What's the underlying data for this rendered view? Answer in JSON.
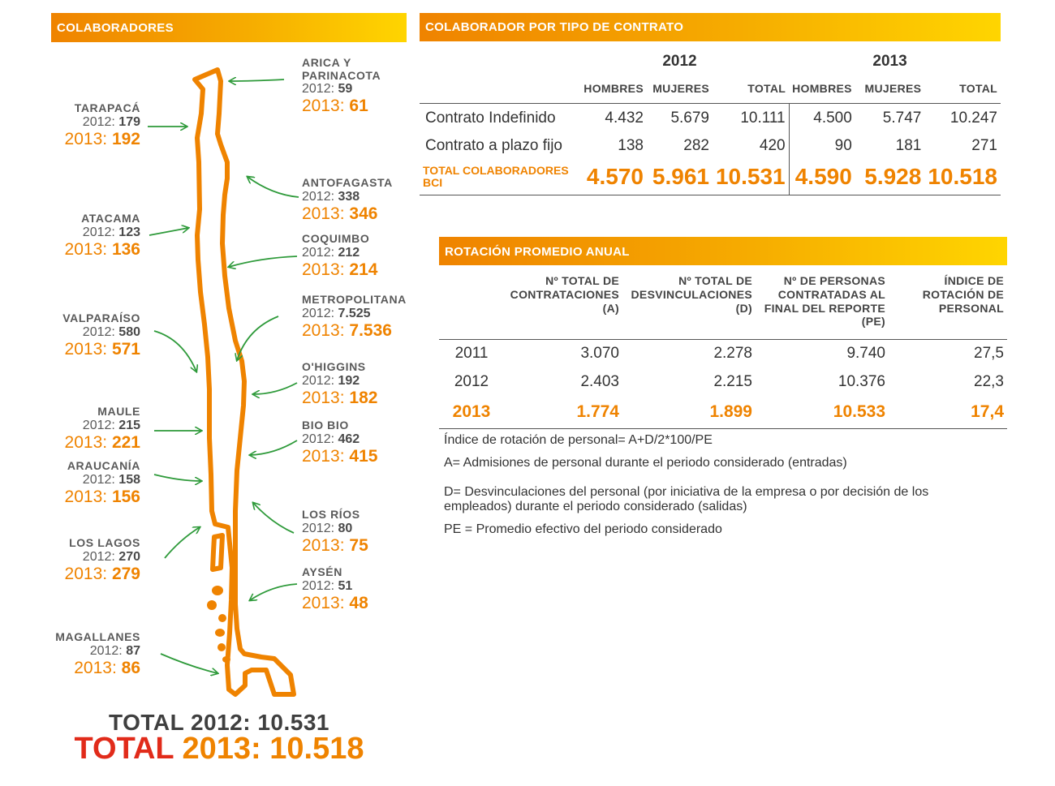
{
  "map_section": {
    "title": "COLABORADORES",
    "regions": [
      {
        "name": "ARICA Y PARINACOTA",
        "label_2012": "2012:",
        "value_2012": "59",
        "label_2013": "2013:",
        "value_2013": "61"
      },
      {
        "name": "TARAPACÁ",
        "label_2012": "2012:",
        "value_2012": "179",
        "label_2013": "2013:",
        "value_2013": "192"
      },
      {
        "name": "ANTOFAGASTA",
        "label_2012": "2012:",
        "value_2012": "338",
        "label_2013": "2013:",
        "value_2013": "346"
      },
      {
        "name": "ATACAMA",
        "label_2012": "2012:",
        "value_2012": "123",
        "label_2013": "2013:",
        "value_2013": "136"
      },
      {
        "name": "COQUIMBO",
        "label_2012": "2012:",
        "value_2012": "212",
        "label_2013": "2013:",
        "value_2013": "214"
      },
      {
        "name": "METROPOLITANA",
        "label_2012": "2012:",
        "value_2012": "7.525",
        "label_2013": "2013:",
        "value_2013": "7.536"
      },
      {
        "name": "VALPARAÍSO",
        "label_2012": "2012:",
        "value_2012": "580",
        "label_2013": "2013:",
        "value_2013": "571"
      },
      {
        "name": "O'HIGGINS",
        "label_2012": "2012:",
        "value_2012": "192",
        "label_2013": "2013:",
        "value_2013": "182"
      },
      {
        "name": "MAULE",
        "label_2012": "2012:",
        "value_2012": "215",
        "label_2013": "2013:",
        "value_2013": "221"
      },
      {
        "name": "BIO BIO",
        "label_2012": "2012:",
        "value_2012": "462",
        "label_2013": "2013:",
        "value_2013": "415"
      },
      {
        "name": "ARAUCANÍA",
        "label_2012": "2012:",
        "value_2012": "158",
        "label_2013": "2013:",
        "value_2013": "156"
      },
      {
        "name": "LOS RÍOS",
        "label_2012": "2012:",
        "value_2012": "80",
        "label_2013": "2013:",
        "value_2013": "75"
      },
      {
        "name": "LOS LAGOS",
        "label_2012": "2012:",
        "value_2012": "270",
        "label_2013": "2013:",
        "value_2013": "279"
      },
      {
        "name": "AYSÉN",
        "label_2012": "2012:",
        "value_2012": "51",
        "label_2013": "2013:",
        "value_2013": "48"
      },
      {
        "name": "MAGALLANES",
        "label_2012": "2012:",
        "value_2012": "87",
        "label_2013": "2013:",
        "value_2013": "86"
      }
    ],
    "total_2012": "TOTAL 2012: 10.531",
    "total_2013_label": "TOTAL",
    "total_2013_value": "2013: 10.518",
    "colors": {
      "map_outline": "#ef8300",
      "arrows": "#2e9a3a",
      "highlight": "#ef8300",
      "total_label": "#e12b1a"
    }
  },
  "contract_table": {
    "title": "COLABORADOR POR TIPO DE CONTRATO",
    "year_2012": "2012",
    "year_2013": "2013",
    "columns": [
      "HOMBRES",
      "MUJERES",
      "TOTAL",
      "HOMBRES",
      "MUJERES",
      "TOTAL"
    ],
    "rows": [
      {
        "label": "Contrato Indefinido",
        "values": [
          "4.432",
          "5.679",
          "10.111",
          "4.500",
          "5.747",
          "10.247"
        ]
      },
      {
        "label": "Contrato a plazo fijo",
        "values": [
          "138",
          "282",
          "420",
          "90",
          "181",
          "271"
        ]
      }
    ],
    "total_label_1": "TOTAL COLABORADORES",
    "total_label_2": "BCI",
    "total_values": [
      "4.570",
      "5.961",
      "10.531",
      "4.590",
      "5.928",
      "10.518"
    ]
  },
  "rotation_table": {
    "title": "ROTACIÓN PROMEDIO ANUAL",
    "headers": [
      [
        "Nº TOTAL DE",
        "CONTRATACIONES",
        "(A)"
      ],
      [
        "Nº TOTAL DE",
        "DESVINCULACIONES",
        "(D)"
      ],
      [
        "Nº DE PERSONAS",
        "CONTRATADAS AL",
        "FINAL DEL REPORTE",
        "(PE)"
      ],
      [
        "ÍNDICE DE",
        "ROTACIÓN DE",
        "PERSONAL"
      ]
    ],
    "rows": [
      {
        "year": "2011",
        "values": [
          "3.070",
          "2.278",
          "9.740",
          "27,5"
        ]
      },
      {
        "year": "2012",
        "values": [
          "2.403",
          "2.215",
          "10.376",
          "22,3"
        ]
      },
      {
        "year": "2013",
        "values": [
          "1.774",
          "1.899",
          "10.533",
          "17,4"
        ]
      }
    ],
    "notes": [
      "Índice de rotación de personal= A+D/2*100/PE",
      "A= Admisiones de personal durante el periodo considerado (entradas)",
      "D= Desvinculaciones del personal (por iniciativa de la empresa o por decisión de los empleados) durante el periodo considerado (salidas)",
      "PE = Promedio efectivo del periodo considerado"
    ]
  }
}
